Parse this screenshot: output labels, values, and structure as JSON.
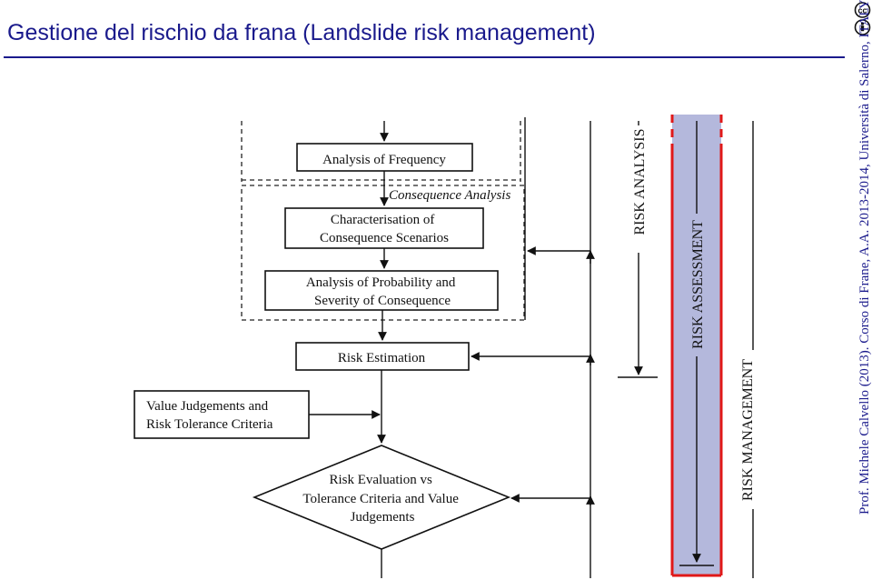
{
  "slide": {
    "title": "Gestione del rischio da frana (Landslide risk management)",
    "credit": "Prof. Michele Calvello (2013). Corso di Frane, A.A. 2013-2014, Università di Salerno, ITALY"
  },
  "diagram": {
    "boxes": {
      "frequency": [
        "Analysis of Frequency"
      ],
      "characterisation": [
        "Characterisation of",
        "Consequence Scenarios"
      ],
      "probability": [
        "Analysis of Probability and",
        "Severity of Consequence"
      ],
      "estimation": [
        "Risk Estimation"
      ],
      "judgements": [
        "Value Judgements and",
        "Risk Tolerance Criteria"
      ],
      "evaluation": [
        "Risk Evaluation vs",
        "Tolerance Criteria and Value",
        "Judgements"
      ]
    },
    "consequence_label": "Consequence Analysis",
    "bands": {
      "analysis": "RISK ANALYSIS",
      "assessment": "RISK ASSESSMENT",
      "management": "RISK MANAGEMENT"
    },
    "colors": {
      "title": "#1a1a8c",
      "assessment_fill": "#b4b8dc",
      "assessment_border": "#e01818"
    }
  }
}
